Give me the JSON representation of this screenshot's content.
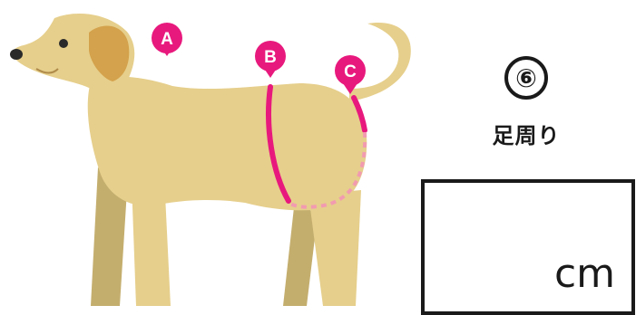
{
  "markers": [
    {
      "label": "A",
      "region": "neck"
    },
    {
      "label": "B",
      "region": "chest"
    },
    {
      "label": "C",
      "region": "waist"
    }
  ],
  "step": {
    "number": "⑥",
    "label": "足周り"
  },
  "entry": {
    "unit": "cm"
  },
  "colors": {
    "dog_body": "#e6cf8c",
    "dog_shadow": "#c4ae6e",
    "ear": "#d4a24c",
    "accent": "#e8197d",
    "dashed": "#f29bb0"
  }
}
